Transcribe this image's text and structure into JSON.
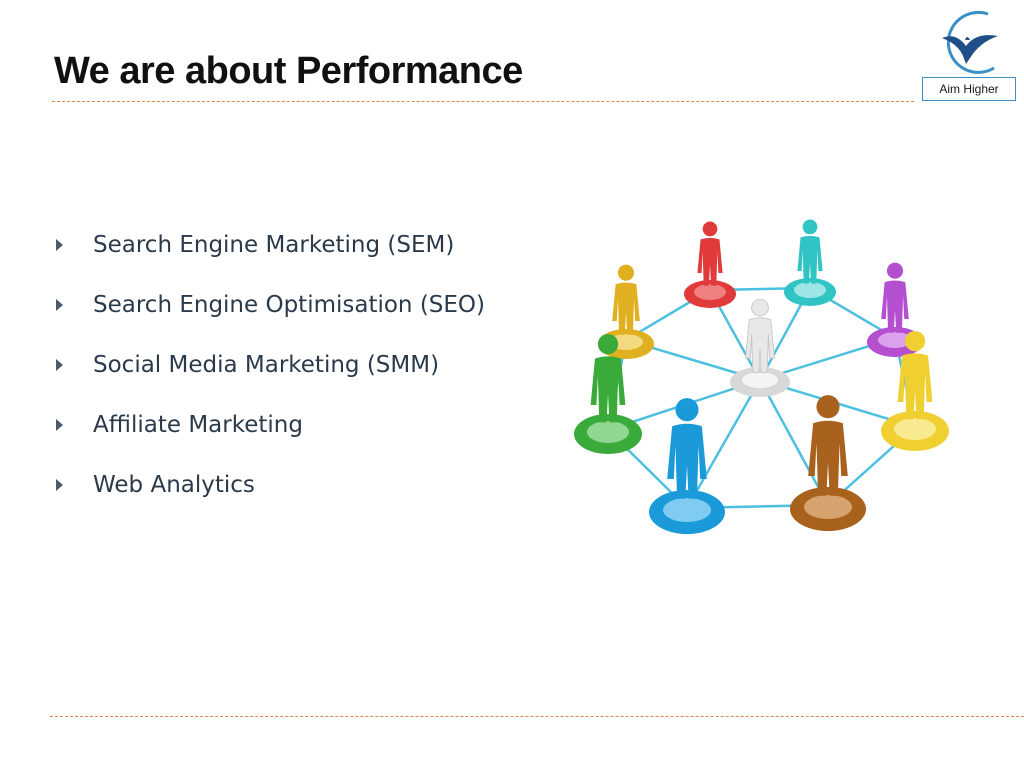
{
  "slide": {
    "title": "We are about Performance"
  },
  "logo": {
    "text": "Aim Higher"
  },
  "bullets": [
    "Search Engine Marketing (SEM)",
    "Search Engine Optimisation (SEO)",
    "Social Media Marketing (SMM)",
    "Affiliate Marketing",
    "Web Analytics"
  ],
  "colors": {
    "rule": "#e0864a",
    "text": "#2b3a4a",
    "logo_blue": "#3a8fc6",
    "people": [
      "#e03a3a",
      "#30c4c4",
      "#b44fd0",
      "#f0d030",
      "#e0b020",
      "#3aaa3a",
      "#1a9ad8",
      "#a8621e",
      "#e8e8e8"
    ]
  }
}
